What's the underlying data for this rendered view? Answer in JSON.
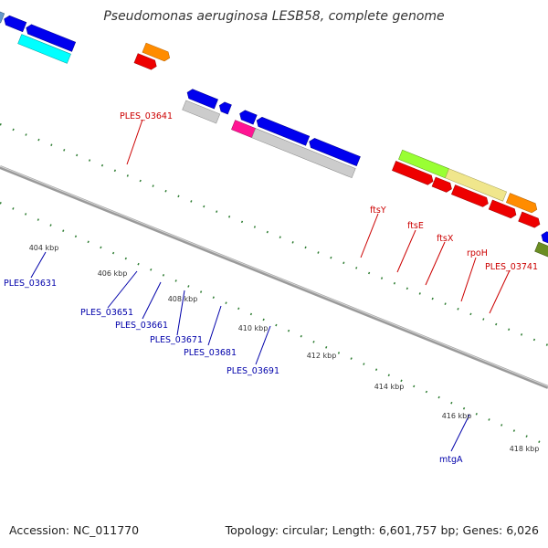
{
  "title": "Pseudomonas aeruginosa LESB58, complete genome",
  "footer": {
    "accession": "Accession: NC_011770",
    "summary": "Topology: circular; Length: 6,601,757 bp; Genes: 6,026"
  },
  "colors": {
    "label_top": "#cc0000",
    "label_bottom": "#0000aa",
    "tick": "#2e7d32",
    "backbone": "#888888"
  },
  "ticks": [
    "404 kbp",
    "406 kbp",
    "408 kbp",
    "410 kbp",
    "412 kbp",
    "414 kbp",
    "416 kbp",
    "418 kbp"
  ],
  "labels_top": [
    "PLES_03641",
    "ftsY",
    "ftsE",
    "ftsX",
    "rpoH",
    "PLES_03741"
  ],
  "labels_bottom": [
    "PLES_03631",
    "PLES_03651",
    "PLES_03661",
    "PLES_03671",
    "PLES_03681",
    "PLES_03691",
    "mtgA"
  ]
}
